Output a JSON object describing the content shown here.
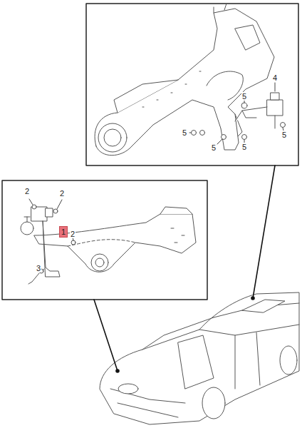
{
  "diagram": {
    "nodes": [
      {
        "text": [
          "1"
        ]
      }
    ],
    "labels": [
      "5",
      "4",
      "5",
      "5",
      "5",
      "5",
      "2",
      "2",
      "2",
      "3"
    ]
  }
}
